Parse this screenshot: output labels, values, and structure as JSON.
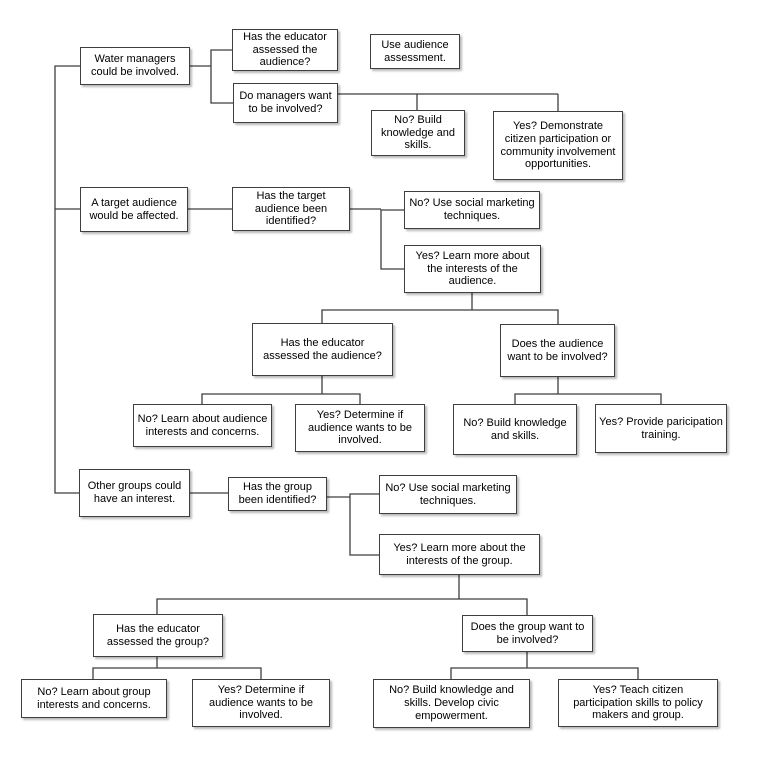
{
  "diagram": {
    "type": "flowchart",
    "colors": {
      "background": "#ffffff",
      "box_background": "#ffffff",
      "box_border": "#3f3f3f",
      "line": "#3f3f3f",
      "text": "#000000"
    },
    "nodes": {
      "water_managers": "Water managers could be involved.",
      "q_educator_assessed_audience_top": "Has the educator assessed the audience?",
      "q_managers_want_involved": "Do managers want to be involved?",
      "use_audience_assessment": "Use audience assessment.",
      "no_build_knowledge_skills": "No? Build knowledge and skills.",
      "yes_demonstrate": "Yes? Demonstrate citizen participation or community involvement opportunities.",
      "target_audience_affected": "A target audience would be affected.",
      "q_target_audience_identified": "Has the target audience been identified?",
      "no_social_marketing_audience": "No? Use social marketing techniques.",
      "yes_learn_audience": "Yes? Learn more about the interests of the audience.",
      "q_educator_assessed_audience_mid": "Has the educator assessed the audience?",
      "q_audience_want_involved": "Does the audience want to be involved?",
      "no_learn_audience_interests": "No? Learn about audience interests and concerns.",
      "yes_determine_audience": "Yes? Determine if audience wants to be involved.",
      "no_build_knowledge_skills_2": "No? Build knowledge and skills.",
      "yes_provide_training": "Yes? Provide paricipation training.",
      "other_groups": "Other groups could have an interest.",
      "q_group_identified": "Has the group been identified?",
      "no_social_marketing_group": "No? Use social marketing techniques.",
      "yes_learn_group": "Yes? Learn more about the interests of the group.",
      "q_educator_assessed_group": "Has the educator assessed the group?",
      "q_group_want_involved": "Does the group want to be involved?",
      "no_learn_group_interests": "No? Learn about group interests and concerns.",
      "yes_determine_audience_2": "Yes? Determine if audience wants to be involved.",
      "no_build_civic_empowerment": "No? Build knowledge and skills. Develop civic empowerment.",
      "yes_teach_citizen": "Yes? Teach citizen participation skills to policy makers and group."
    }
  }
}
